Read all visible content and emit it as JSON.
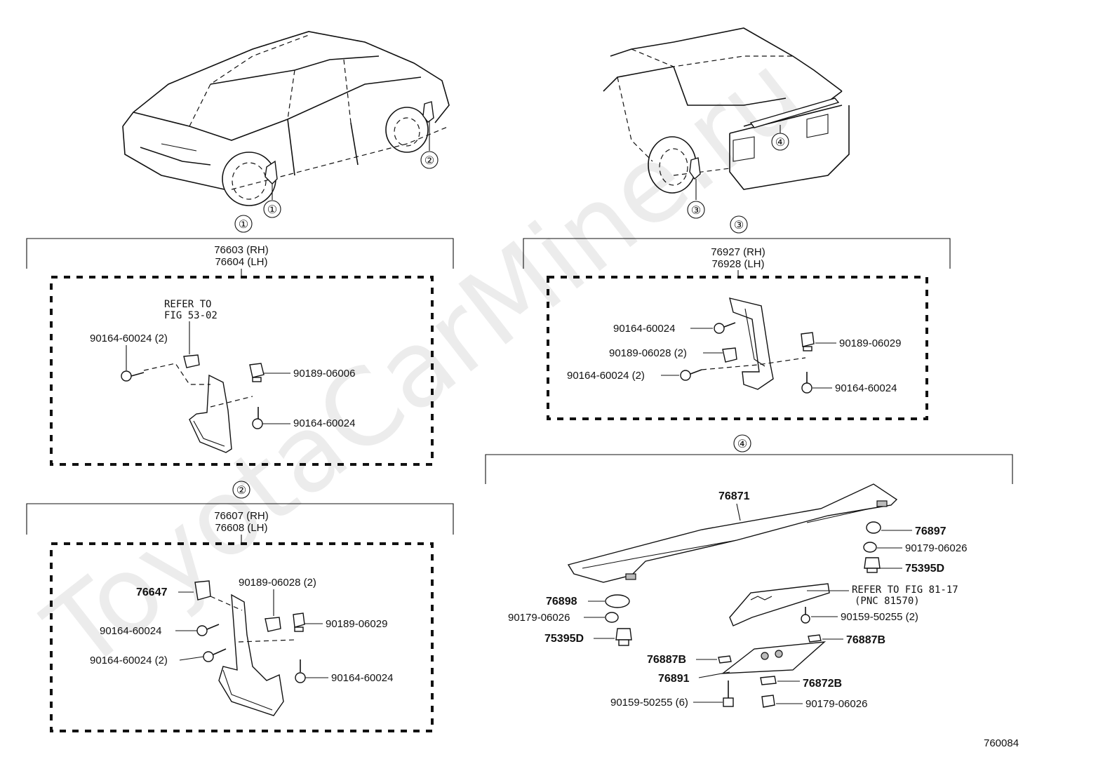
{
  "watermark": "ToyotaCarMine.ru",
  "figure_number": "760084",
  "overviews": {
    "front_car_callouts": [
      "①",
      "②"
    ],
    "rear_car_callouts": [
      "③",
      "④"
    ]
  },
  "sections": [
    {
      "id": "1",
      "marker": "①",
      "title_rh": "76603 (RH)",
      "title_lh": "76604 (LH)",
      "refer": [
        "REFER TO",
        "FIG 53-02"
      ],
      "labels": [
        "90164-60024 (2)",
        "90189-06006",
        "90164-60024"
      ]
    },
    {
      "id": "2",
      "marker": "②",
      "title_rh": "76607 (RH)",
      "title_lh": "76608 (LH)",
      "labels": [
        "76647",
        "90164-60024",
        "90164-60024 (2)",
        "90189-06028 (2)",
        "90189-06029",
        "90164-60024"
      ]
    },
    {
      "id": "3",
      "marker": "③",
      "title_rh": "76927 (RH)",
      "title_lh": "76928 (LH)",
      "labels": [
        "90164-60024",
        "90189-06028 (2)",
        "90164-60024 (2)",
        "90189-06029",
        "90164-60024"
      ]
    },
    {
      "id": "4",
      "marker": "④",
      "labels": [
        "76871",
        "76897",
        "90179-06026",
        "75395D",
        "REFER TO FIG 81-17",
        "(PNC 81570)",
        "90159-50255 (2)",
        "76898",
        "90179-06026",
        "75395D",
        "76887B",
        "76887B",
        "76891",
        "76872B",
        "90159-50255 (6)",
        "90179-06026"
      ]
    }
  ]
}
